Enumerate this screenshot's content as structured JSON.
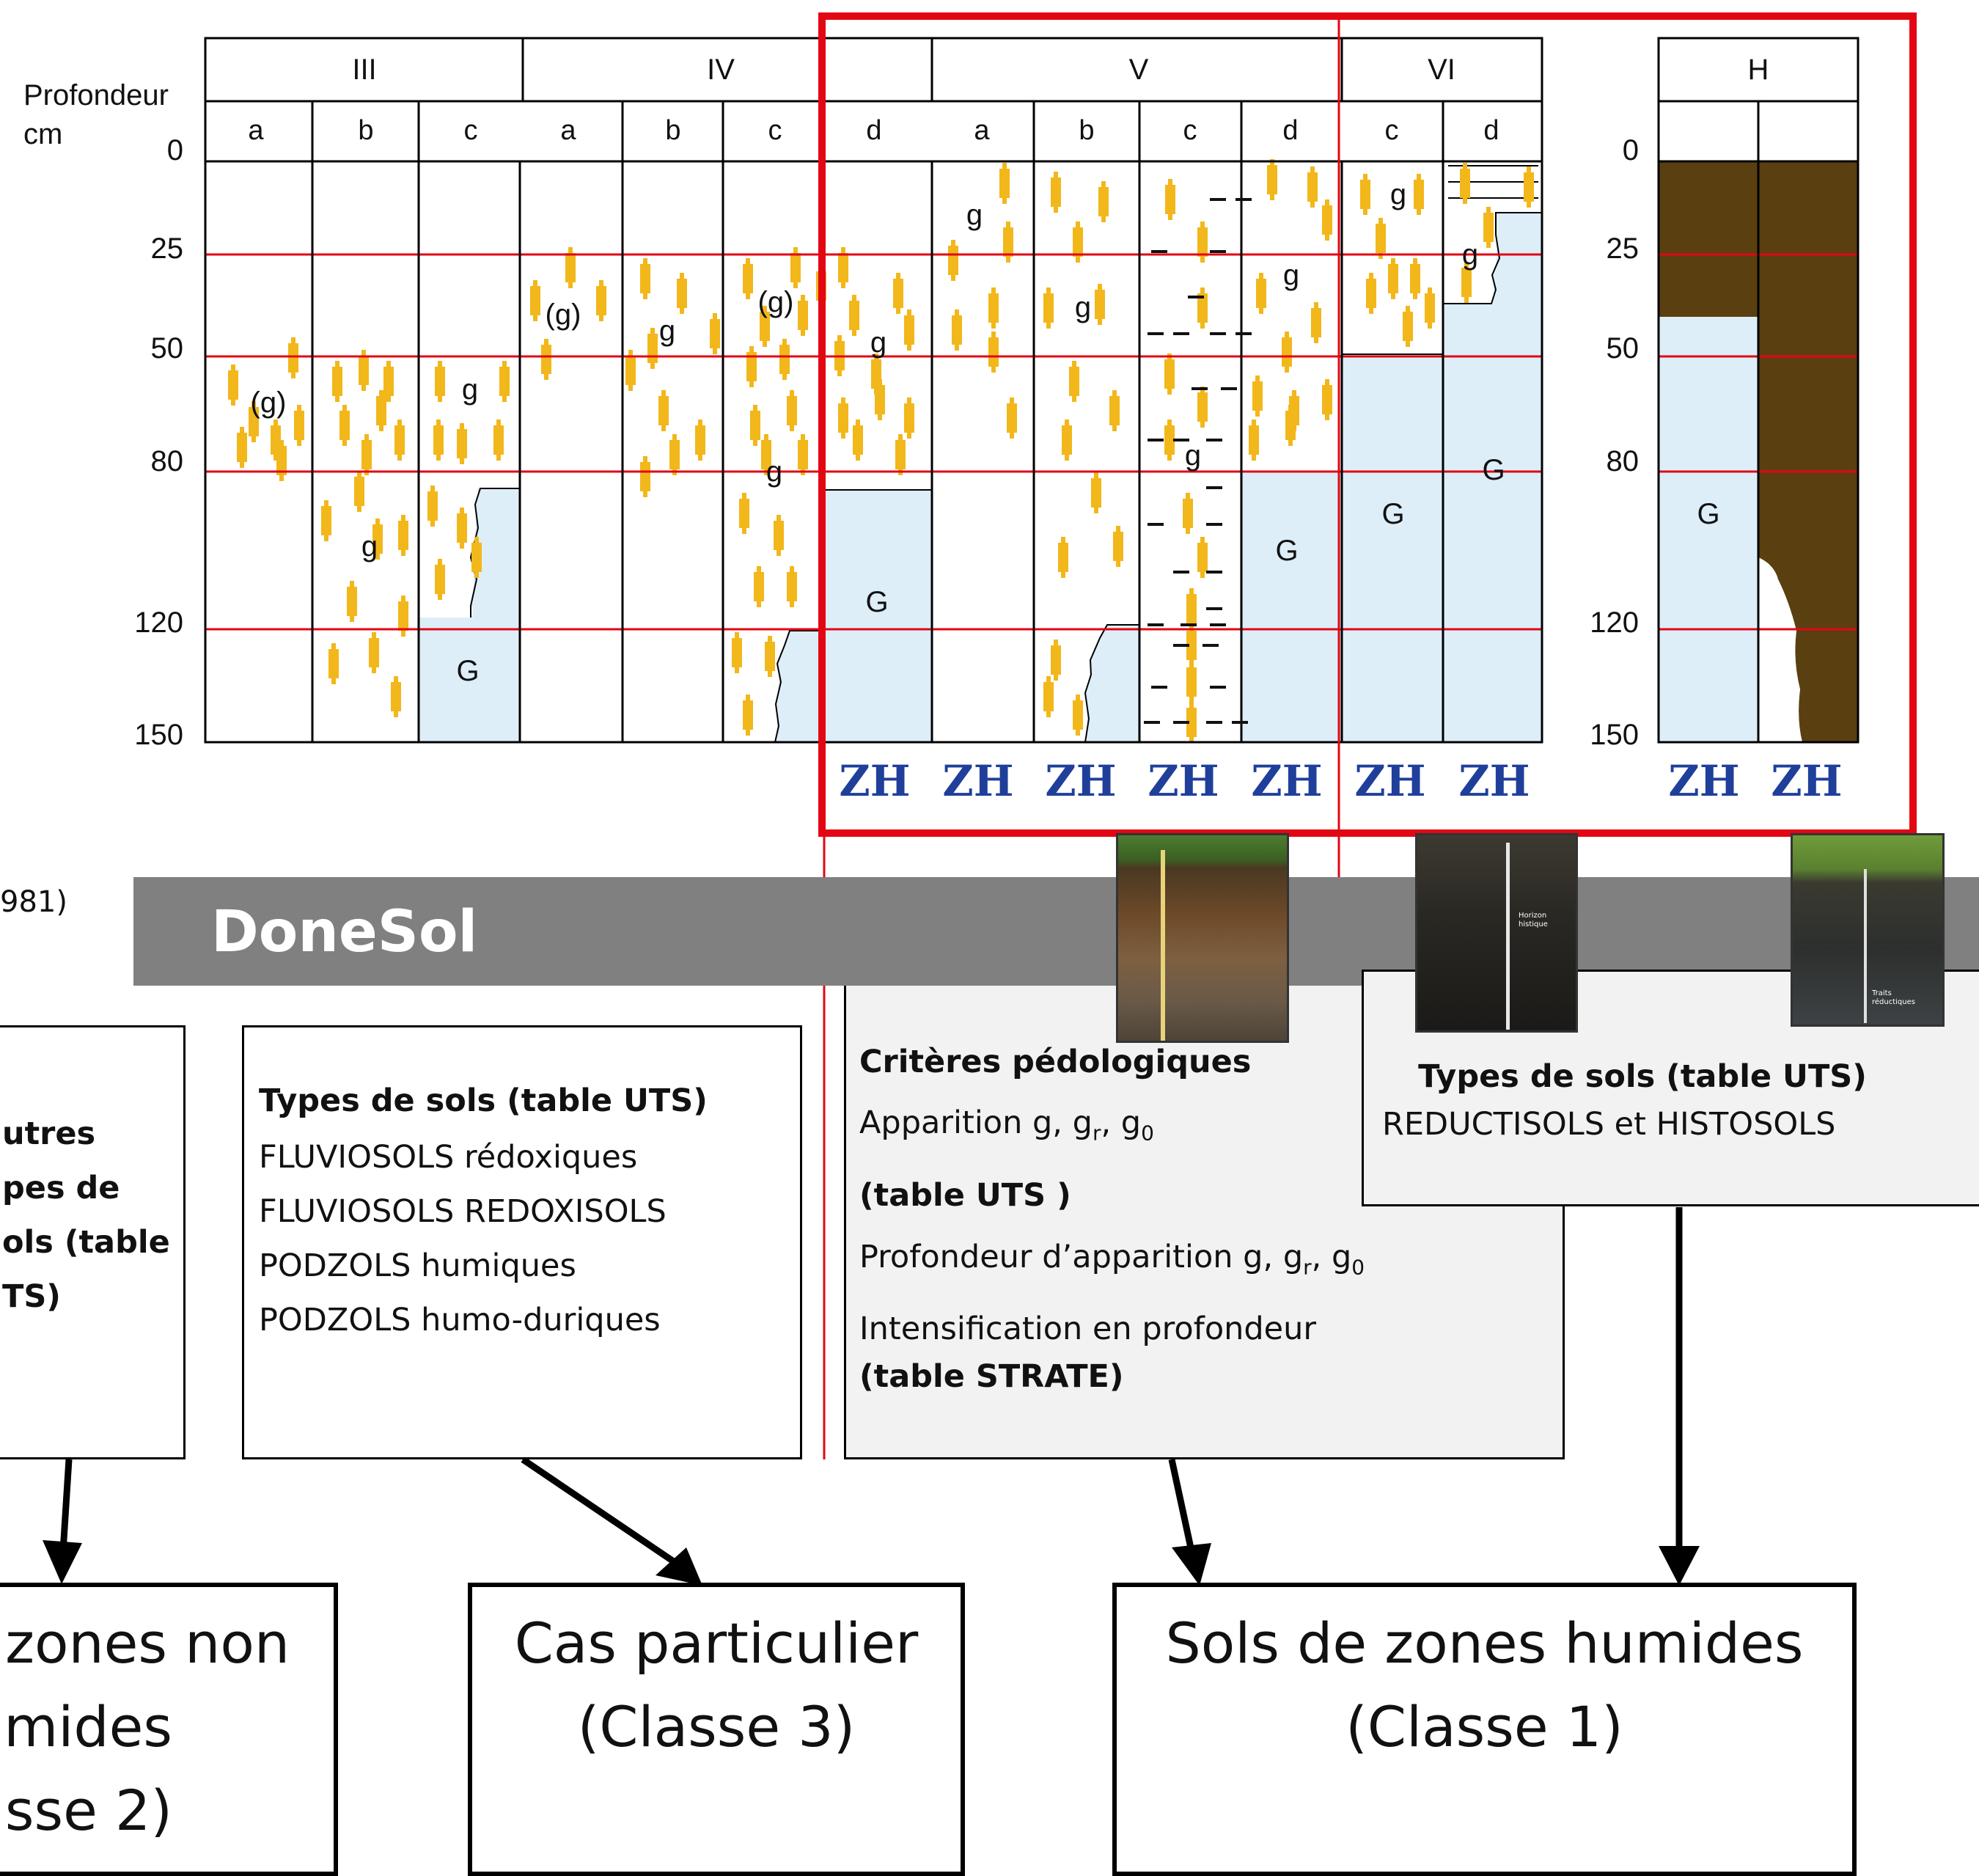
{
  "gepp_table": {
    "depth_label_line1": "Profondeur",
    "depth_label_line2": "cm",
    "depth_ticks": [
      "0",
      "25",
      "50",
      "80",
      "120",
      "150"
    ],
    "classes": [
      {
        "name": "III",
        "sub": [
          "a",
          "b",
          "c"
        ]
      },
      {
        "name": "IV",
        "sub": [
          "a",
          "b",
          "c",
          "d"
        ]
      },
      {
        "name": "V",
        "sub": [
          "a",
          "b",
          "c",
          "d"
        ]
      },
      {
        "name": "VI",
        "sub": [
          "c",
          "d"
        ]
      },
      {
        "name": "H",
        "sub": [
          "",
          ""
        ]
      }
    ],
    "zh_label": "ZH",
    "zh_count": 9,
    "symbols": {
      "g": "g",
      "g_paren": "(g)",
      "G": "G"
    }
  },
  "left_cut_text": "981)",
  "banner": {
    "title": "DoneSol"
  },
  "box_left": {
    "lines": [
      "utres",
      "pes de",
      "ols (table",
      "TS)"
    ]
  },
  "box_mid": {
    "title": "Types de sols (table UTS)",
    "items": [
      "FLUVIOSOLS rédoxiques",
      "FLUVIOSOLS REDOXISOLS",
      "PODZOLS humiques",
      "PODZOLS humo-duriques"
    ]
  },
  "box_crit": {
    "title": "Critères pédologiques",
    "line1_text": "Apparition g, g",
    "line1_sub1": "r",
    "line1_mid": ", g",
    "line1_sub2": "0",
    "line2": "(table UTS )",
    "line3_text": "Profondeur d’apparition g, g",
    "line3_sub1": "r",
    "line3_mid": ", g",
    "line3_sub2": "0",
    "line4": "Intensification en profondeur",
    "line5": "(table STRATE)"
  },
  "box_right": {
    "title": "Types de sols (table UTS)",
    "text": "REDUCTISOLS et HISTOSOLS"
  },
  "photos": [
    {
      "name": "soil-profile-photo-1",
      "labels": []
    },
    {
      "name": "soil-profile-photo-2",
      "labels": [
        "Horizon",
        "histique"
      ]
    },
    {
      "name": "soil-profile-photo-3",
      "labels": [
        "Traits",
        "réductiques"
      ]
    }
  ],
  "outcomes": [
    {
      "line1": "zones non",
      "line2": "mides",
      "line3": "sse 2)"
    },
    {
      "line1": "Cas particulier",
      "line2": "(Classe 3)"
    },
    {
      "line1": "Sols de zones humides",
      "line2": "(Classe 1)"
    }
  ],
  "colors": {
    "red": "#e30613",
    "mottle": "#f2b71a",
    "gley_blue": "#ddeef9",
    "peat_brown": "#5a3f10",
    "zh_blue": "#1f3f9a",
    "banner_gray": "#808080",
    "box_gray": "#f2f2f2"
  }
}
